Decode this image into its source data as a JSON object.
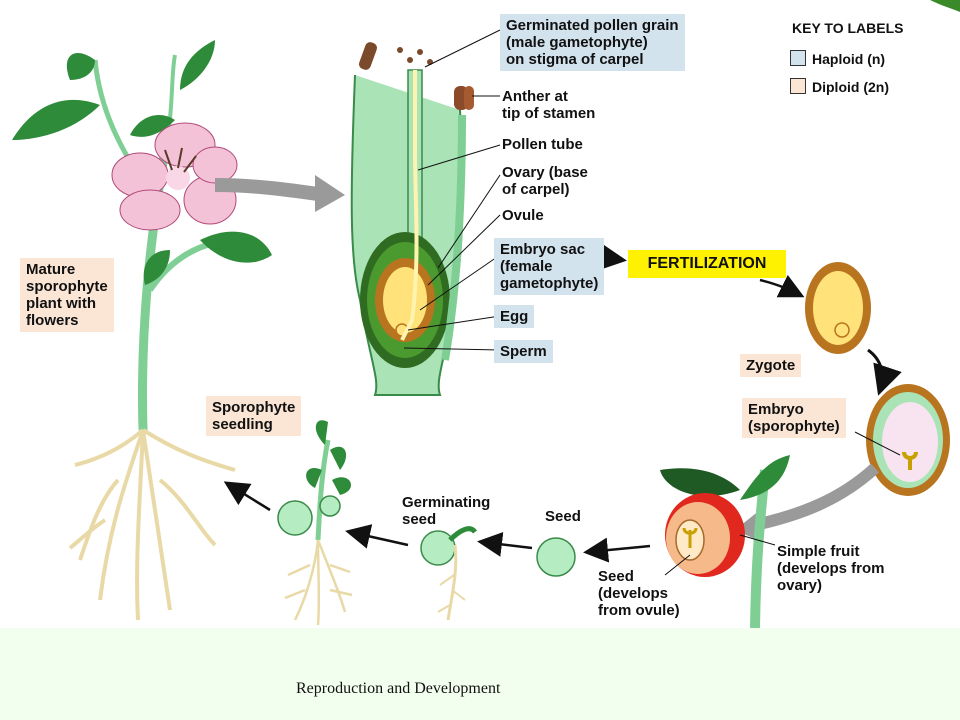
{
  "labels": {
    "mature_plant": "Mature\nsporophyte\nplant with\nflowers",
    "pollen_grain": "Germinated pollen grain\n(male gametophyte)\non stigma of carpel",
    "anther": "Anther at\ntip of stamen",
    "pollen_tube": "Pollen tube",
    "ovary": "Ovary (base\nof carpel)",
    "ovule": "Ovule",
    "embryo_sac": "Embryo sac\n(female\ngametophyte)",
    "egg": "Egg",
    "sperm": "Sperm",
    "fertilization": "FERTILIZATION",
    "zygote": "Zygote",
    "embryo": "Embryo\n(sporophyte)",
    "simple_fruit": "Simple fruit\n(develops from\novary)",
    "seed_develops": "Seed\n(develops\nfrom ovule)",
    "seed": "Seed",
    "germinating_seed": "Germinating\nseed",
    "seedling": "Sporophyte\nseedling"
  },
  "key": {
    "title": "KEY TO LABELS",
    "haploid": "Haploid (n)",
    "diploid": "Diploid (2n)",
    "haploid_color": "#d3e3ee",
    "diploid_color": "#fbe6d6"
  },
  "colors": {
    "stem": "#7fcf95",
    "leaf": "#2e8b3a",
    "petal": "#f4c2d6",
    "root": "#e8d9a6",
    "ovule_outer": "#b8741e",
    "ovule_inner": "#ffe27a",
    "fertilization_bg": "#fff200",
    "footer_bg": "#f2ffee"
  },
  "footer": {
    "text": "Reproduction and Development"
  }
}
